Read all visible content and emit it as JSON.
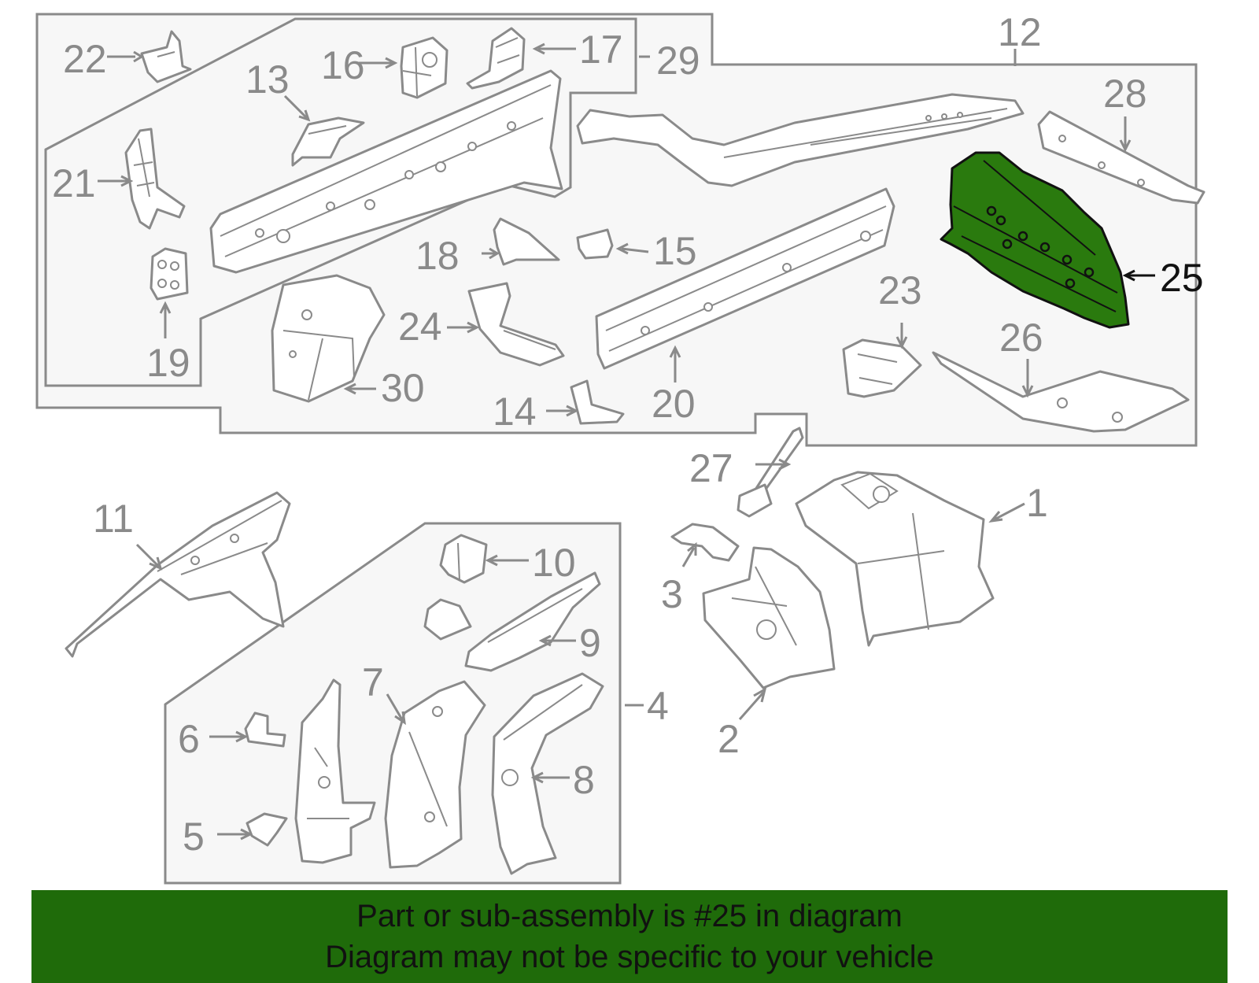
{
  "diagram": {
    "highlighted_part": "25",
    "highlight_color": "#2a7a0e",
    "callouts": [
      "1",
      "2",
      "3",
      "4",
      "5",
      "6",
      "7",
      "8",
      "9",
      "10",
      "11",
      "12",
      "13",
      "14",
      "15",
      "16",
      "17",
      "18",
      "19",
      "20",
      "21",
      "22",
      "23",
      "24",
      "25",
      "26",
      "27",
      "28",
      "29",
      "30"
    ]
  },
  "banner": {
    "color": "#1f6b0a",
    "line1": "Part or sub-assembly is #25 in diagram",
    "line2": "Diagram may not be specific to your vehicle"
  }
}
